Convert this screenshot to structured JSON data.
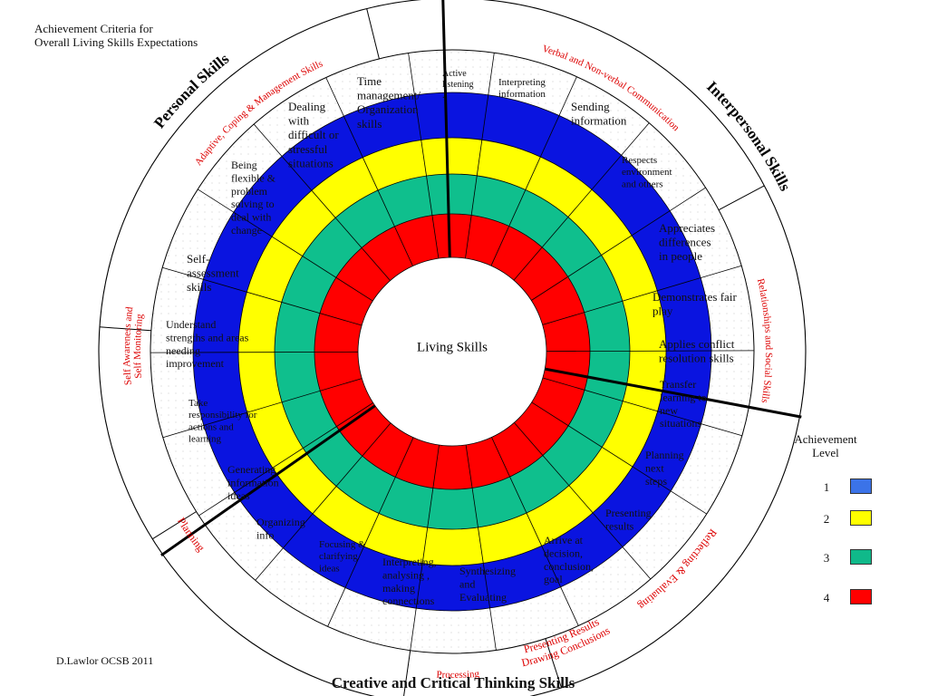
{
  "header": {
    "line1": "Achievement Criteria for",
    "line2": "Overall Living Skills Expectations"
  },
  "center_label": "Living Skills",
  "categories": [
    {
      "label": "Personal Skills"
    },
    {
      "label": "Interpersonal Skills"
    },
    {
      "label": "Creative and Critical Thinking Skills"
    }
  ],
  "subcategories": [
    {
      "label": "Adaptive, Coping & Management Skills"
    },
    {
      "label": "Verbal and Non-verbal Communication"
    },
    {
      "label": "Relationships and Social Skills"
    },
    {
      "label": "Reflecting & Evaluating"
    },
    {
      "label": "Drawing Conclusions"
    },
    {
      "label": "Presenting Results"
    },
    {
      "label": "Processing"
    },
    {
      "label": "Planning"
    },
    {
      "label": "Self Awareness and"
    },
    {
      "label": "Self Monitoring"
    }
  ],
  "skills": [
    {
      "lines": [
        "Active",
        "listening",
        "."
      ]
    },
    {
      "lines": [
        "Interpreting",
        "information"
      ]
    },
    {
      "lines": [
        "Sending",
        "information"
      ]
    },
    {
      "lines": [
        "Respects",
        "environment",
        "and others"
      ]
    },
    {
      "lines": [
        "Appreciates",
        "differences",
        "in people"
      ]
    },
    {
      "lines": [
        "Demonstrates fair",
        "play"
      ]
    },
    {
      "lines": [
        "Applies conflict",
        "resolution skills"
      ]
    },
    {
      "lines": [
        "Transfer",
        "learning to",
        "new",
        "situations"
      ]
    },
    {
      "lines": [
        "Planning",
        "next",
        "steps"
      ]
    },
    {
      "lines": [
        "Presenting",
        "results"
      ]
    },
    {
      "lines": [
        "Arrive at",
        "decision,",
        "conclusion,",
        "goal"
      ]
    },
    {
      "lines": [
        "Synthesizing",
        "and",
        "Evaluating"
      ]
    },
    {
      "lines": [
        "Interpreting,",
        "analysing ,",
        "making",
        "connections"
      ]
    },
    {
      "lines": [
        "Focusing &",
        "clarifying",
        "ideas"
      ]
    },
    {
      "lines": [
        "Organizing",
        "info"
      ]
    },
    {
      "lines": [
        "Generating",
        "information",
        "ideas"
      ]
    },
    {
      "lines": [
        "Take",
        "responsibility for",
        "actions and",
        "learning"
      ]
    },
    {
      "lines": [
        "Understand",
        "strengths and areas",
        "needing",
        "improvement"
      ]
    },
    {
      "lines": [
        "Self-",
        "assessment",
        "skills"
      ]
    },
    {
      "lines": [
        "Being",
        "flexible &",
        "problem",
        "solving to",
        "deal with",
        "change"
      ]
    },
    {
      "lines": [
        "Dealing",
        "with",
        "difficult or",
        "stressful",
        "situations"
      ]
    },
    {
      "lines": [
        "Time",
        "management/",
        "Organization",
        "skills"
      ]
    }
  ],
  "legend": {
    "title_line1": "Achievement",
    "title_line2": "Level",
    "levels": [
      {
        "number": "1",
        "color": "#3b73e8"
      },
      {
        "number": "2",
        "color": "#ffff00"
      },
      {
        "number": "3",
        "color": "#10b98a"
      },
      {
        "number": "4",
        "color": "#ff0000"
      }
    ]
  },
  "ring_colors": {
    "level1": "#0a14e0",
    "level2": "#ffff00",
    "level3": "#0fbf8d",
    "level4": "#ff0000",
    "accent_text": "#dd0000"
  },
  "credit": "D.Lawlor OCSB 2011"
}
